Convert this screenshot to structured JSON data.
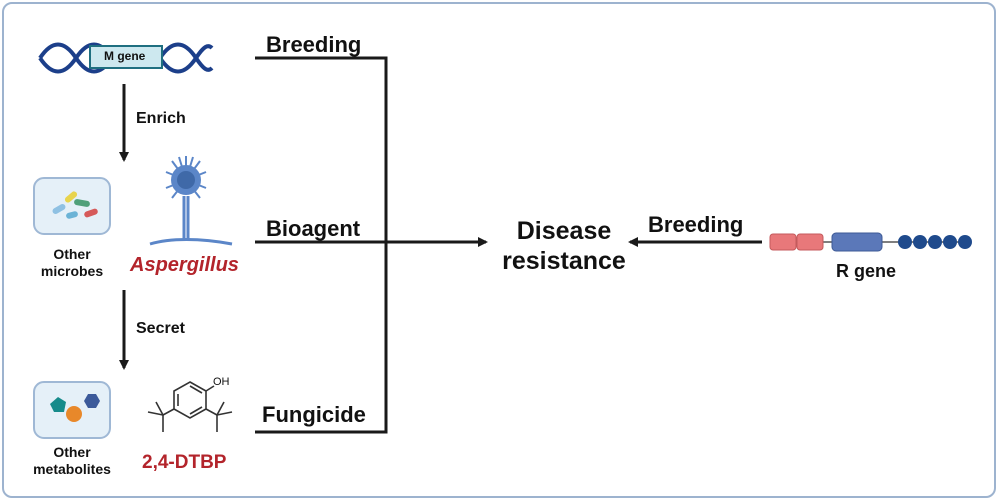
{
  "dna": {
    "label": "M gene"
  },
  "arrows": {
    "enrich": "Enrich",
    "secret": "Secret"
  },
  "microbes": {
    "other_label_line1": "Other",
    "other_label_line2": "microbes",
    "aspergillus": "Aspergillus"
  },
  "metabolites": {
    "other_label_line1": "Other",
    "other_label_line2": "metabolites",
    "compound": "2,4-DTBP",
    "oh": "OH"
  },
  "pathways": {
    "breeding_top": "Breeding",
    "bioagent": "Bioagent",
    "fungicide": "Fungicide",
    "breeding_right": "Breeding"
  },
  "center": {
    "line1": "Disease",
    "line2": "resistance"
  },
  "r_gene": {
    "label": "R gene"
  },
  "colors": {
    "dna_blue": "#1c3f8a",
    "gene_box": "#cde8ef",
    "accent_red": "#b3242b",
    "aspergillus_blue": "#5b86c8",
    "frame": "#9db3cf",
    "domain_pink": "#e8787a",
    "domain_blue": "#5b78b9",
    "domain_navy": "#1f4a8c"
  }
}
